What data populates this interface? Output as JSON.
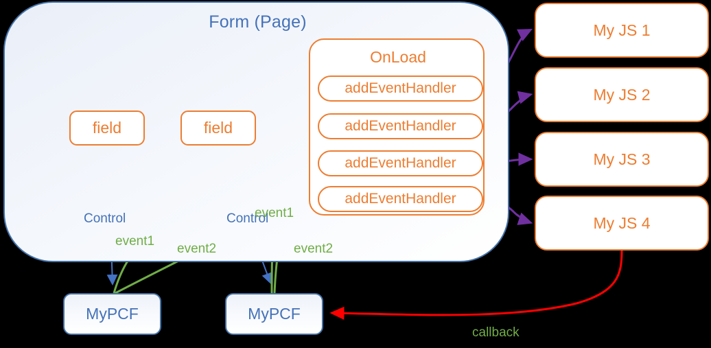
{
  "diagram": {
    "title": "Form (Page)",
    "colors": {
      "form_border": "#4472A8",
      "form_text": "#4472B8",
      "orange": "#ED7D31",
      "green": "#70AD47",
      "purple": "#7030A0",
      "red": "#FF0000",
      "blue": "#4472C4",
      "background": "#000000"
    },
    "form": {
      "label": "Form (Page)",
      "fields": [
        {
          "label": "field"
        },
        {
          "label": "field"
        }
      ],
      "onload": {
        "label": "OnLoad",
        "handlers": [
          {
            "label": "addEventHandler"
          },
          {
            "label": "addEventHandler"
          },
          {
            "label": "addEventHandler"
          },
          {
            "label": "addEventHandler"
          }
        ]
      }
    },
    "js_scripts": [
      {
        "label": "My JS 1"
      },
      {
        "label": "My JS 2"
      },
      {
        "label": "My JS 3"
      },
      {
        "label": "My JS 4"
      }
    ],
    "controls": [
      {
        "label": "MyPCF"
      },
      {
        "label": "MyPCF"
      }
    ],
    "edge_labels": {
      "control_1": "Control",
      "control_2": "Control",
      "event1_a": "event1",
      "event2_a": "event2",
      "event1_b": "event1",
      "event2_b": "event2",
      "callback": "callback"
    }
  }
}
